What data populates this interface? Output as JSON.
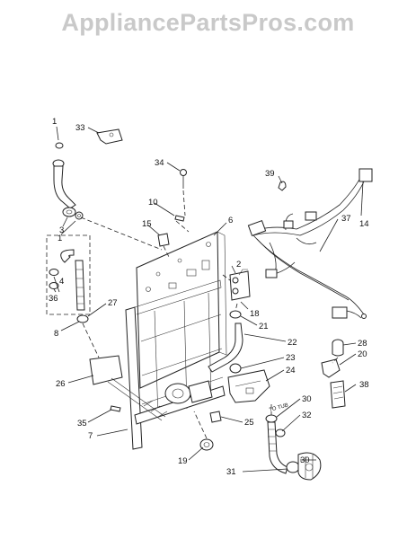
{
  "watermark": "AppliancePartsPros.com",
  "callouts": {
    "c1a": "1",
    "c33": "33",
    "c34": "34",
    "c39": "39",
    "c10": "10",
    "c14": "14",
    "c37": "37",
    "c15": "15",
    "c6": "6",
    "c3": "3",
    "c1b": "1",
    "c2": "2",
    "c4": "4",
    "c36": "36",
    "c27": "27",
    "c8": "8",
    "c18": "18",
    "c21": "21",
    "c22": "22",
    "c28": "28",
    "c20": "20",
    "c23": "23",
    "c24": "24",
    "c38": "38",
    "c26": "26",
    "c30a": "30",
    "c32": "32",
    "c35": "35",
    "c25": "25",
    "c7": "7",
    "c30b": "30",
    "c19": "19",
    "c31": "31"
  },
  "annotations": {
    "to_tub": "TO TUB"
  }
}
